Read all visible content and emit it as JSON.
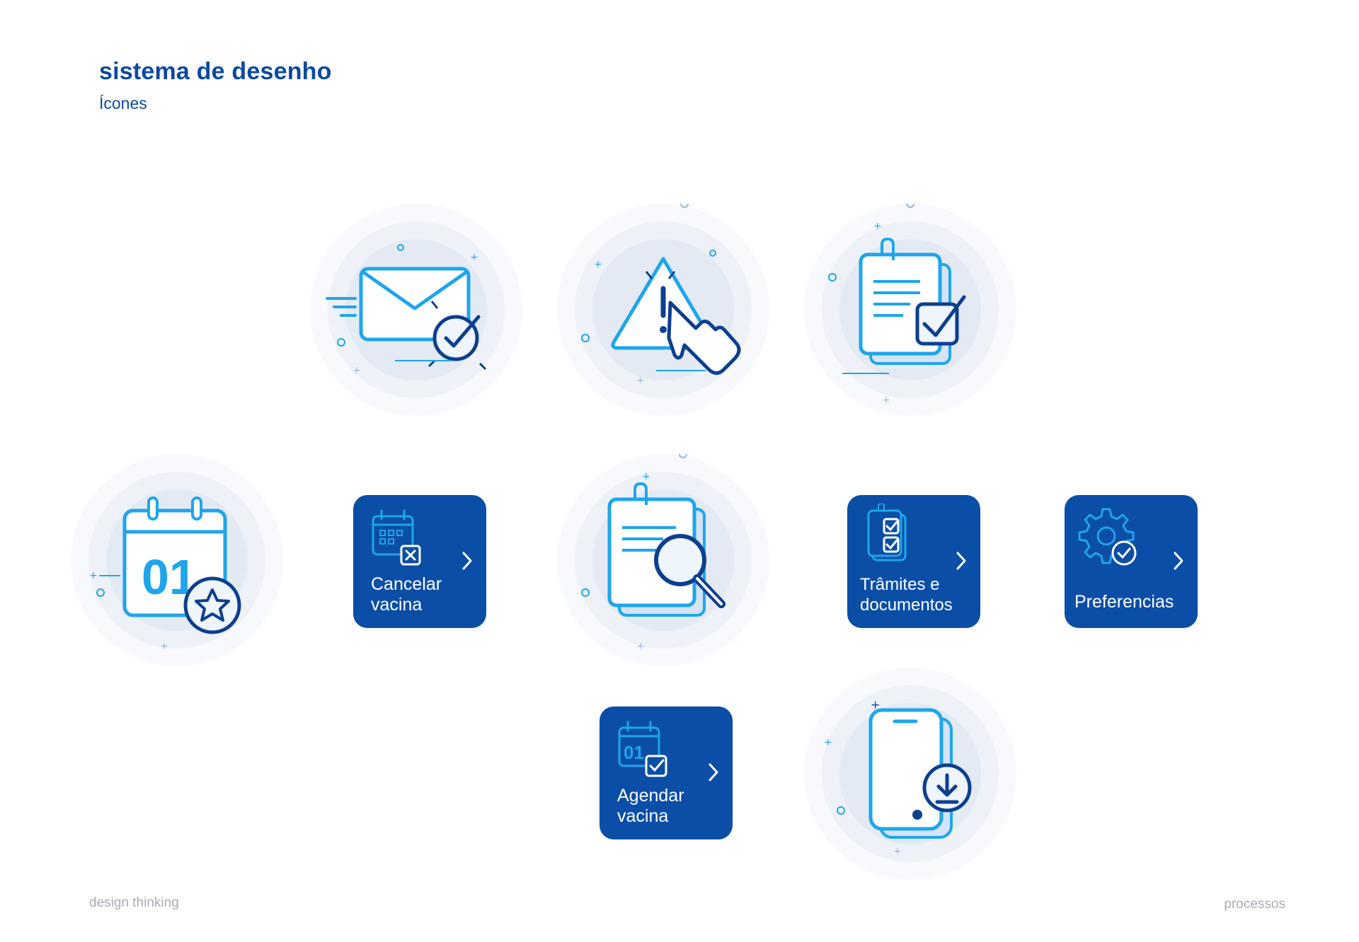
{
  "header": {
    "title": "sistema de desenho",
    "subtitle": "Ícones"
  },
  "tiles": {
    "cancel": {
      "label": "Cancelar\nvacina",
      "icon": "calendar-cancel-icon"
    },
    "procedures": {
      "label": "Trâmites e\ndocumentos",
      "icon": "checklist-icon"
    },
    "preferences": {
      "label": "Preferencias",
      "icon": "gear-check-icon"
    },
    "schedule": {
      "label": "Agendar\nvacina",
      "icon": "calendar-check-icon"
    }
  },
  "illustrations": {
    "calendar": {
      "day": "01"
    }
  },
  "footer": {
    "left": "design thinking",
    "right": "processos"
  },
  "colors": {
    "navy": "#0a4aa2",
    "tile": "#0b4ea7",
    "accent": "#1ea5ec",
    "dark_line": "#0d3f8f",
    "halo": "#eef2f8",
    "muted": "#a8adb5"
  }
}
